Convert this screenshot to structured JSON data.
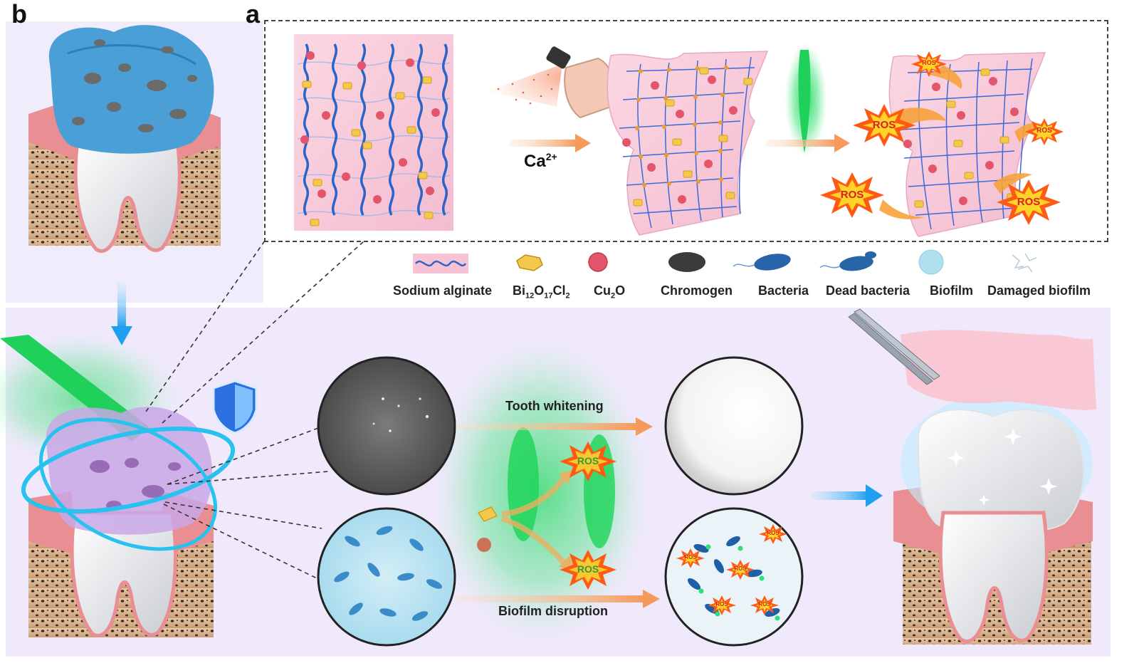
{
  "panel_labels": {
    "b": "b",
    "a": "a"
  },
  "process": {
    "crosslinker": "Ca",
    "crosslinker_sup": "2+"
  },
  "ros_label": "ROS",
  "flow": {
    "top_label": "Tooth whitening",
    "bottom_label": "Biofilm disruption"
  },
  "legend": {
    "sodium_alginate": "Sodium alginate",
    "bioxcl": {
      "bi": "Bi",
      "bi_sub": "12",
      "o": "O",
      "o_sub": "17",
      "cl": "Cl",
      "cl_sub": "2"
    },
    "cu2o": {
      "cu": "Cu",
      "sub": "2",
      "o": "O"
    },
    "chromogen": "Chromogen",
    "bacteria": "Bacteria",
    "dead_bacteria": "Dead bacteria",
    "biofilm": "Biofilm",
    "damaged_biofilm": "Damaged biofilm"
  },
  "colors": {
    "top_bg": "#f1ecfb",
    "bottom_bg": "#efe9fb",
    "gel_pink": "#f6c9d8",
    "alginate_blue": "#2f6fd6",
    "bioxcl_yellow": "#f2c94c",
    "cu2o_red": "#e2556b",
    "green_light": "#22d35a",
    "arrow_orange": "#f6a56a",
    "arrow_blue": "#2aa6ef",
    "ros_orange": "#ff6a1a",
    "ros_yellow": "#ffd42a"
  }
}
